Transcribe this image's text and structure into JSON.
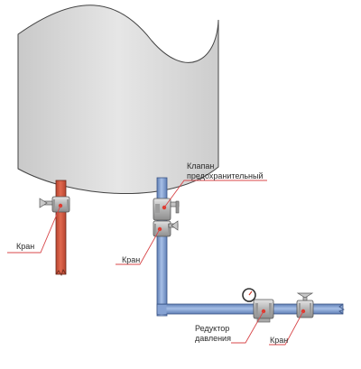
{
  "labels": {
    "valve_hot": "Кран",
    "valve_cold": "Кран",
    "safety_valve_line1": "Клапан",
    "safety_valve_line2": "предохранительный",
    "reducer_line1": "Редуктор",
    "reducer_line2": "давления",
    "valve_inlet": "Кран"
  },
  "colors": {
    "hot_pipe": "#d5573f",
    "cold_pipe": "#7896c8",
    "tank_fill": "#d8d8d8",
    "valve_body": "#bdbdbd",
    "pointer_dot": "#e03a2e",
    "pointer_line": "#d8474a"
  },
  "icons": [
    "tank-icon",
    "hot-water-pipe-icon",
    "cold-water-pipe-icon",
    "ball-valve-icon",
    "safety-valve-icon",
    "pressure-reducer-icon",
    "pressure-gauge-icon",
    "pointer-dot-icon"
  ]
}
